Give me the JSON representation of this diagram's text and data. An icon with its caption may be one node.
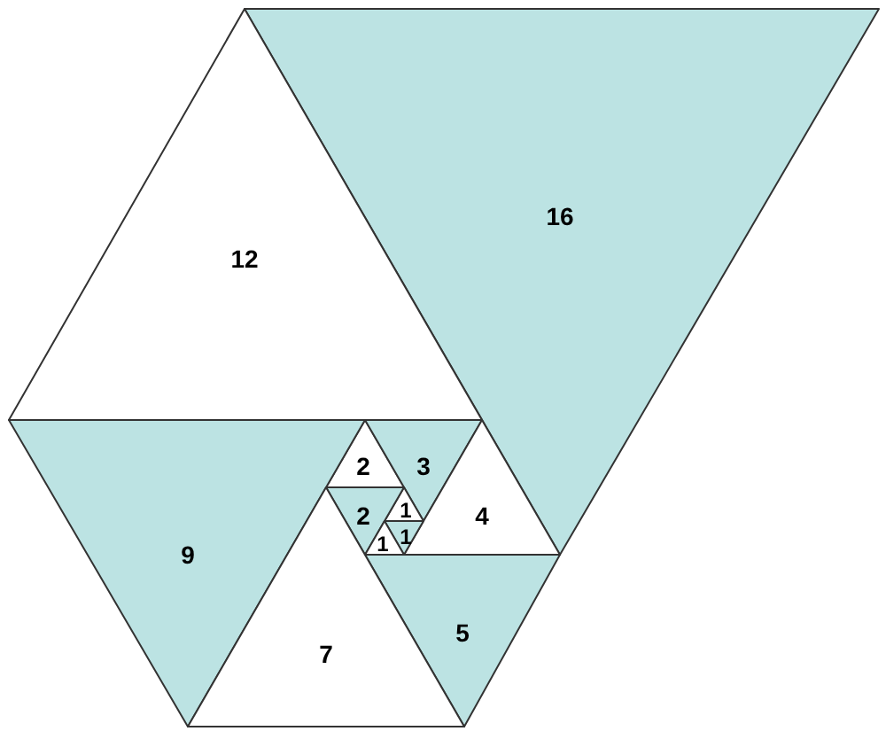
{
  "diagram": {
    "nodes": [
      {
        "text": [
          "16"
        ]
      },
      {
        "text": [
          "12"
        ]
      },
      {
        "text": [
          "2"
        ]
      },
      {
        "text": [
          "3"
        ]
      },
      {
        "text": [
          "1"
        ]
      },
      {
        "text": [
          "4"
        ]
      },
      {
        "text": [
          "2"
        ]
      },
      {
        "text": [
          "1"
        ]
      },
      {
        "text": [
          "1"
        ]
      },
      {
        "text": [
          "9"
        ]
      },
      {
        "text": [
          "5"
        ]
      },
      {
        "text": [
          "7"
        ]
      }
    ]
  }
}
